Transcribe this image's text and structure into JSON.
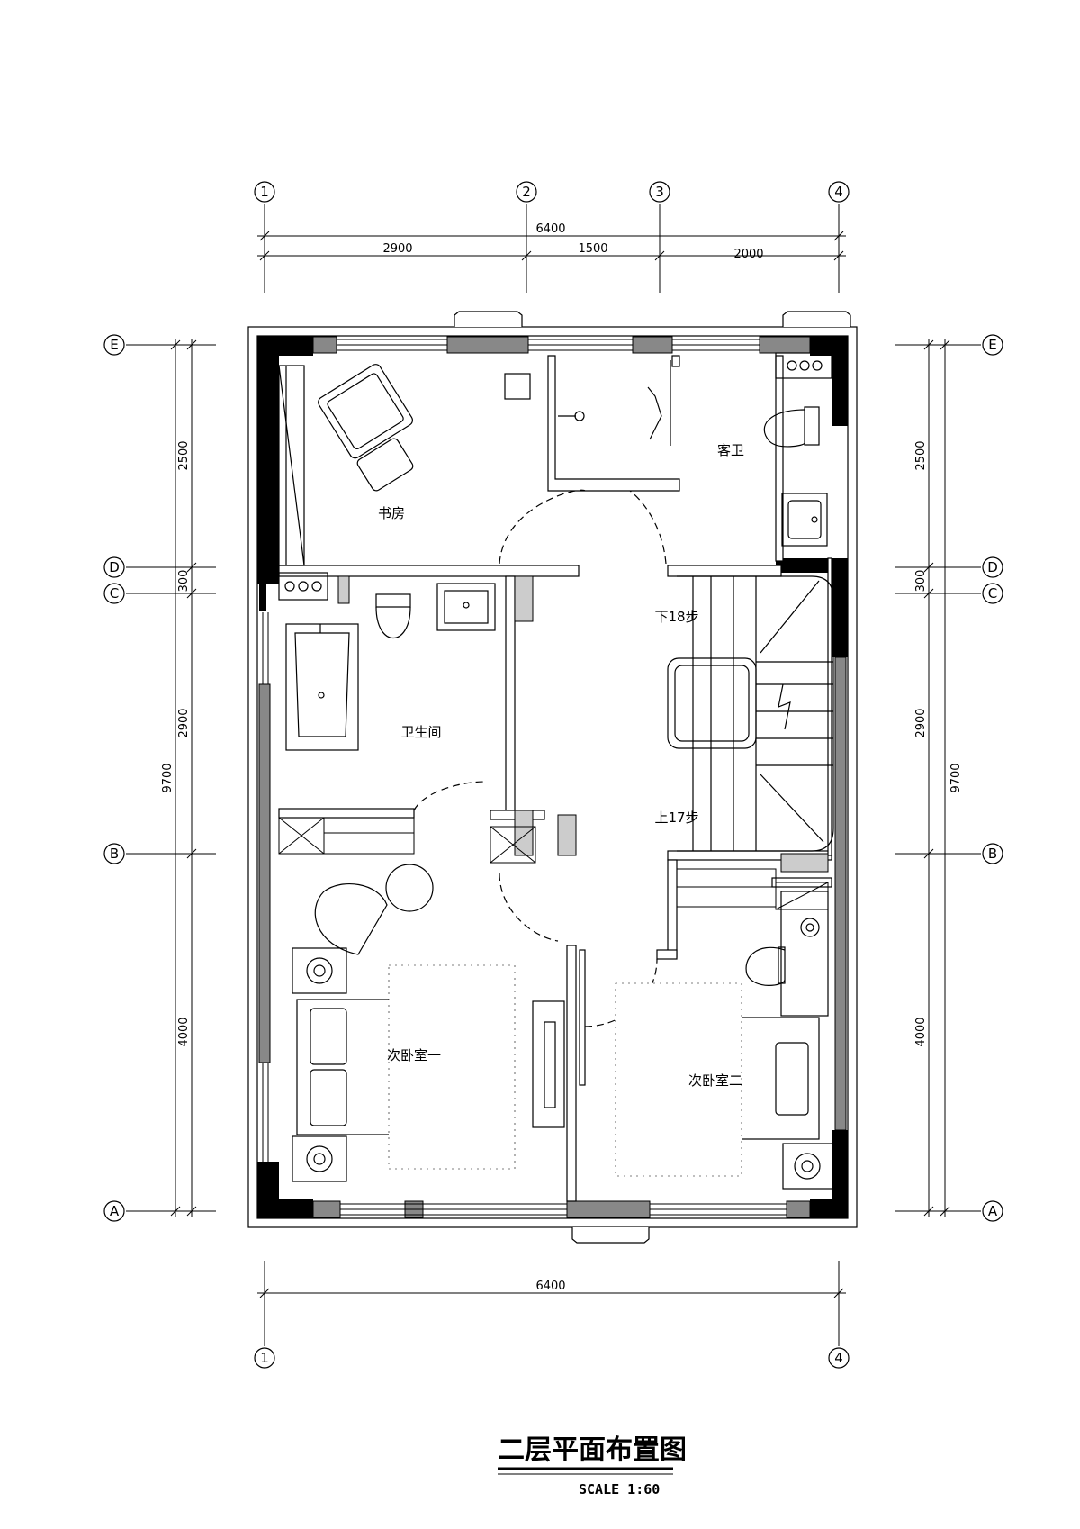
{
  "title": "二层平面布置图",
  "scale": "SCALE   1:60",
  "axes": {
    "columns": [
      "1",
      "2",
      "3",
      "4"
    ],
    "rows": [
      "E",
      "D",
      "C",
      "B",
      "A"
    ]
  },
  "dimensions": {
    "top_total": "6400",
    "top_segments": [
      "2900",
      "1500",
      "2000"
    ],
    "bottom_total": "6400",
    "side_segments": [
      "2500",
      "300",
      "2900",
      "4000"
    ],
    "side_total": "9700"
  },
  "rooms": {
    "study": "书房",
    "guest_wc": "客卫",
    "bathroom": "卫生间",
    "bedroom_1": "次卧室一",
    "bedroom_2": "次卧室二"
  },
  "stairs": {
    "down": "下18步",
    "up": "上17步"
  }
}
